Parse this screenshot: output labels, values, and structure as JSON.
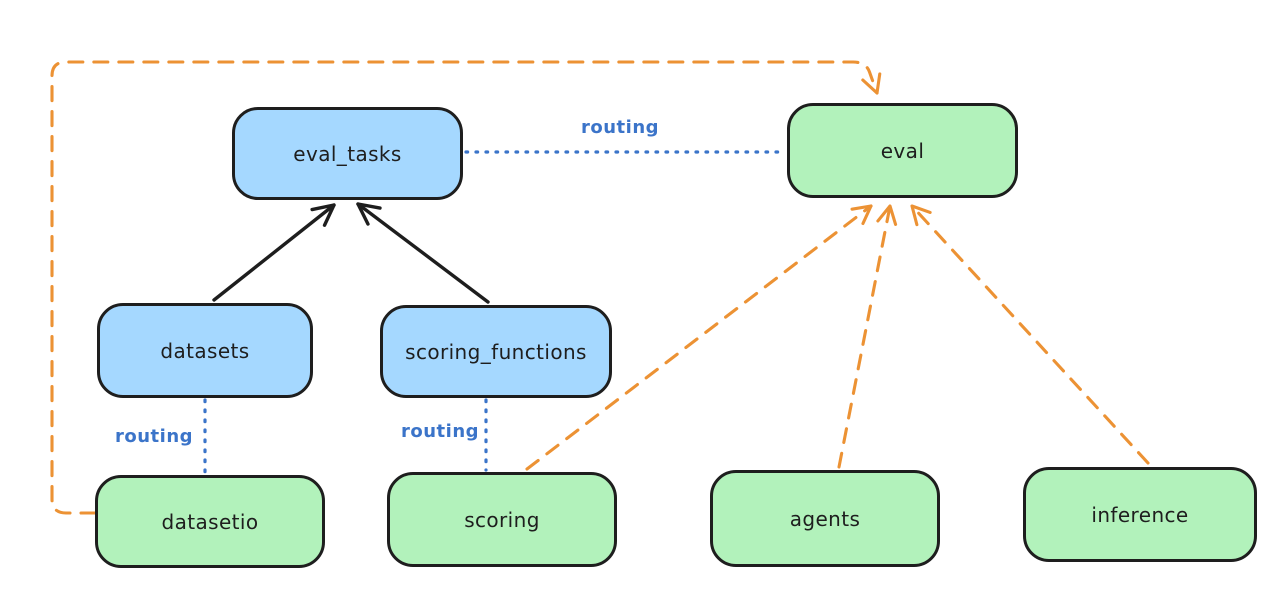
{
  "diagram": {
    "background": "#ffffff",
    "nodes": {
      "eval_tasks": {
        "label": "eval_tasks"
      },
      "eval": {
        "label": "eval"
      },
      "datasets": {
        "label": "datasets"
      },
      "scoring_functions": {
        "label": "scoring_functions"
      },
      "datasetio": {
        "label": "datasetio"
      },
      "scoring": {
        "label": "scoring"
      },
      "agents": {
        "label": "agents"
      },
      "inference": {
        "label": "inference"
      }
    },
    "edges": [
      {
        "from": "datasets",
        "to": "eval_tasks",
        "style": "solid-black-arrow",
        "label": ""
      },
      {
        "from": "scoring_functions",
        "to": "eval_tasks",
        "style": "solid-black-arrow",
        "label": ""
      },
      {
        "from": "eval_tasks",
        "to": "eval",
        "style": "dotted-blue",
        "label": "routing"
      },
      {
        "from": "datasets",
        "to": "datasetio",
        "style": "dotted-blue",
        "label": "routing"
      },
      {
        "from": "scoring_functions",
        "to": "scoring",
        "style": "dotted-blue",
        "label": "routing"
      },
      {
        "from": "datasetio",
        "to": "eval",
        "style": "dashed-orange-arrow",
        "label": ""
      },
      {
        "from": "scoring",
        "to": "eval",
        "style": "dashed-orange-arrow",
        "label": ""
      },
      {
        "from": "agents",
        "to": "eval",
        "style": "dashed-orange-arrow",
        "label": ""
      },
      {
        "from": "inference",
        "to": "eval",
        "style": "dashed-orange-arrow",
        "label": ""
      }
    ],
    "colors": {
      "background": "#ffffff",
      "node_blue_fill": "#a5d8ff",
      "node_green_fill": "#b2f2bb",
      "node_stroke": "#1e1e1e",
      "arrow_black": "#1e1e1e",
      "arrow_orange": "#ec9234",
      "routing_blue": "#3b74c9"
    }
  }
}
